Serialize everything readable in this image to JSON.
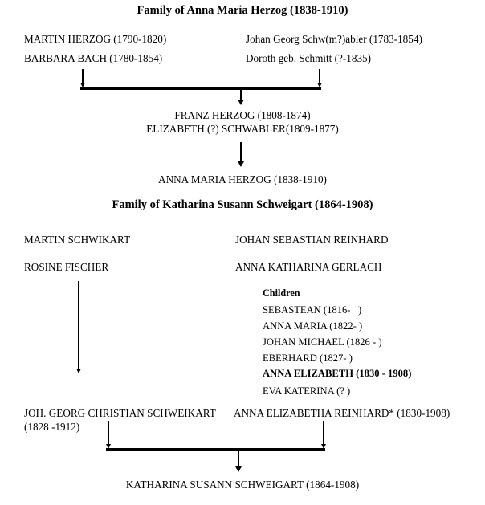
{
  "page": {
    "background": "#ffffff",
    "ink": "#000000"
  },
  "families": [
    {
      "id": "herzog",
      "title": "Family of Anna Maria Herzog (1838-1910)",
      "left_parents": [
        "MARTIN HERZOG (1790-1820)",
        "BARBARA BACH (1780-1854)"
      ],
      "right_parents": [
        "Johan Georg Schw(m?)abler (1783-1854)",
        "Doroth geb. Schmitt (?-1835)"
      ],
      "couple": [
        "FRANZ HERZOG (1808-1874)",
        "ELIZABETH (?) SCHWABLER(1809-1877)"
      ],
      "descendant": "ANNA MARIA HERZOG (1838-1910)"
    },
    {
      "id": "schweigart",
      "title": "Family of Katharina Susann Schweigart (1864-1908)",
      "left_parents": [
        "MARTIN SCHWIKART",
        "ROSINE FISCHER"
      ],
      "right_parents": [
        "JOHAN SEBASTIAN REINHARD",
        "ANNA KATHARINA GERLACH"
      ],
      "children_heading": "Children",
      "children": [
        {
          "label": "SEBASTEAN (1816-   )",
          "bold": false
        },
        {
          "label": "ANNA MARIA (1822- )",
          "bold": false
        },
        {
          "label": "JOHAN MICHAEL (1826 - )",
          "bold": false
        },
        {
          "label": "EBERHARD (1827- )",
          "bold": false
        },
        {
          "label": "ANNA ELIZABETH (1830 - 1908)",
          "bold": true
        },
        {
          "label": "EVA KATERINA (? )",
          "bold": false
        }
      ],
      "couple_left_line1": "JOH. GEORG CHRISTIAN SCHWEIKART",
      "couple_left_line2": "(1828 -1912)",
      "couple_right": "ANNA ELIZABETHA REINHARD* (1830-1908)",
      "descendant": "KATHARINA SUSANN SCHWEIGART (1864-1908)"
    }
  ]
}
